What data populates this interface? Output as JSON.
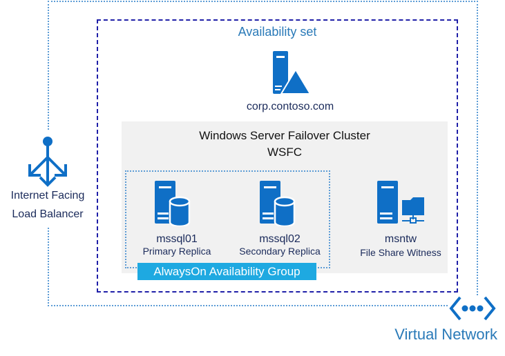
{
  "colors": {
    "icon_blue": "#0f6fc6",
    "label_blue": "#2a7ab8",
    "dashed_navy": "#1f1fa8",
    "dotted_light_blue": "#5b9bd5",
    "badge_cyan": "#1ea9e1",
    "cluster_bg": "#f1f1f1"
  },
  "availability_set": {
    "label": "Availability set"
  },
  "domain_controller": {
    "icon": "server-active-directory-icon",
    "label": "corp.contoso.com"
  },
  "cluster": {
    "title": "Windows Server Failover Cluster",
    "subtitle": "WSFC"
  },
  "availability_group": {
    "label": "AlwaysOn Availability Group",
    "replicas": [
      {
        "icon": "sql-server-icon",
        "name": "mssql01",
        "role": "Primary Replica"
      },
      {
        "icon": "sql-server-icon",
        "name": "mssql02",
        "role": "Secondary Replica"
      }
    ]
  },
  "witness": {
    "icon": "file-share-server-icon",
    "name": "msntw",
    "role": "File Share Witness"
  },
  "load_balancer": {
    "icon": "load-balancer-icon",
    "label_line1": "Internet Facing",
    "label_line2": "Load Balancer"
  },
  "virtual_network": {
    "icon": "virtual-network-icon",
    "label": "Virtual Network"
  }
}
